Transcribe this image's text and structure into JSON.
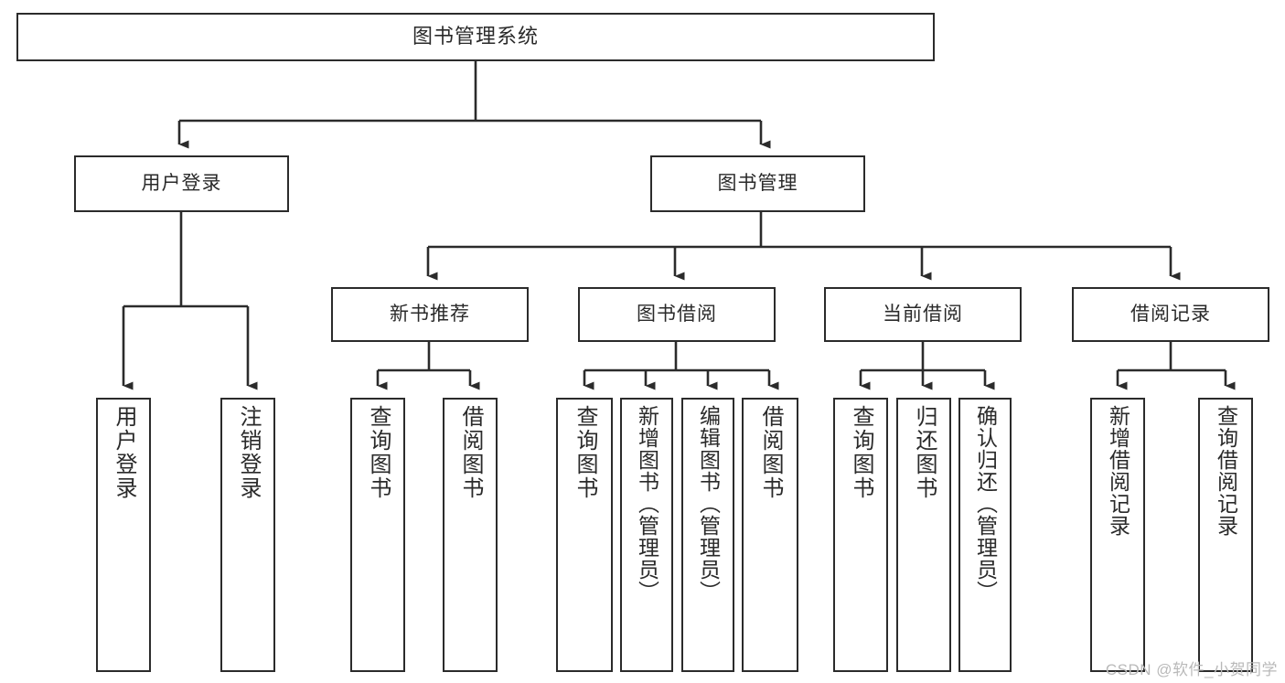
{
  "diagram": {
    "type": "tree",
    "title": "图书管理系统",
    "watermark": "CSDN @软件_小贺同学",
    "root": {
      "label": "图书管理系统"
    },
    "level2": [
      {
        "label": "用户登录"
      },
      {
        "label": "图书管理"
      }
    ],
    "level3": [
      {
        "label": "新书推荐"
      },
      {
        "label": "图书借阅"
      },
      {
        "label": "当前借阅"
      },
      {
        "label": "借阅记录"
      }
    ],
    "leaves": {
      "user_login": [
        {
          "label": "用户登录"
        },
        {
          "label": "注销登录"
        }
      ],
      "new_book": [
        {
          "label": "查询图书"
        },
        {
          "label": "借阅图书"
        }
      ],
      "book_borrow": [
        {
          "label": "查询图书"
        },
        {
          "label": "新增图书（管理员）"
        },
        {
          "label": "编辑图书（管理员）"
        },
        {
          "label": "借阅图书"
        }
      ],
      "current_borrow": [
        {
          "label": "查询图书"
        },
        {
          "label": "归还图书"
        },
        {
          "label": "确认归还（管理员）"
        }
      ],
      "borrow_record": [
        {
          "label": "新增借阅记录"
        },
        {
          "label": "查询借阅记录"
        }
      ]
    },
    "colors": {
      "stroke": "#2b2b2b",
      "fill": "#ffffff",
      "text": "#2a2a2a",
      "watermark": "#b9b9b9"
    }
  }
}
